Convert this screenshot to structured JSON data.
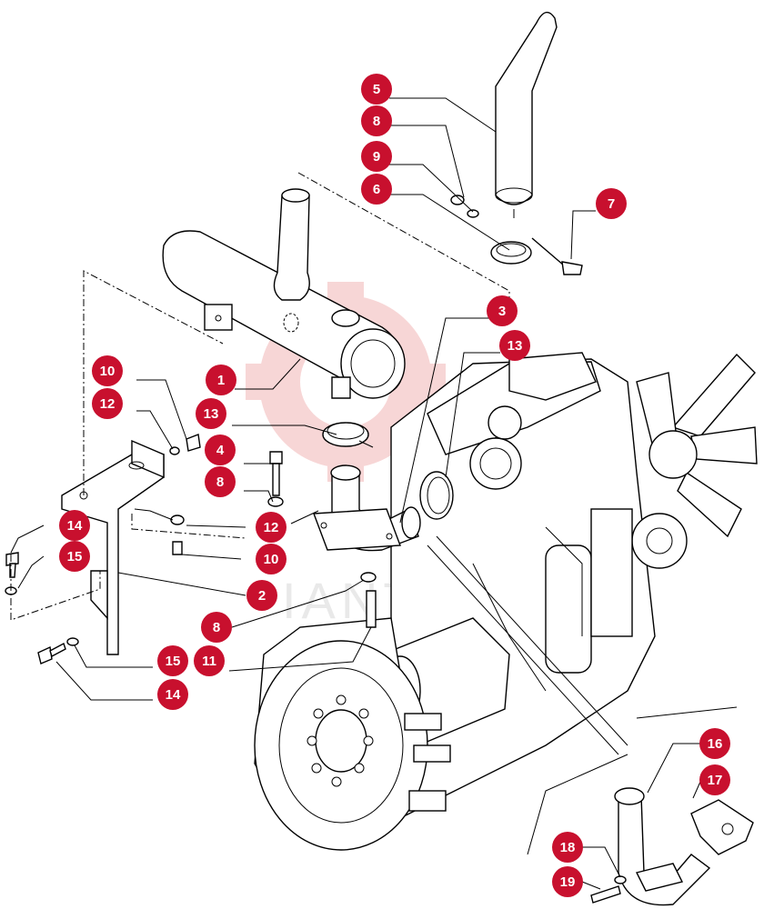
{
  "watermark": {
    "text": "IANTEL",
    "color": "#e8a0a0"
  },
  "colors": {
    "callout": "#c8102e",
    "callout_text": "#ffffff",
    "line": "#000000"
  },
  "callouts": [
    {
      "id": "c5",
      "label": "5"
    },
    {
      "id": "c8a",
      "label": "8"
    },
    {
      "id": "c9",
      "label": "9"
    },
    {
      "id": "c6",
      "label": "6"
    },
    {
      "id": "c7",
      "label": "7"
    },
    {
      "id": "c3",
      "label": "3"
    },
    {
      "id": "c13a",
      "label": "13"
    },
    {
      "id": "c10a",
      "label": "10"
    },
    {
      "id": "c12a",
      "label": "12"
    },
    {
      "id": "c1",
      "label": "1"
    },
    {
      "id": "c13b",
      "label": "13"
    },
    {
      "id": "c4",
      "label": "4"
    },
    {
      "id": "c8b",
      "label": "8"
    },
    {
      "id": "c12b",
      "label": "12"
    },
    {
      "id": "c14a",
      "label": "14"
    },
    {
      "id": "c15a",
      "label": "15"
    },
    {
      "id": "c10b",
      "label": "10"
    },
    {
      "id": "c2",
      "label": "2"
    },
    {
      "id": "c8c",
      "label": "8"
    },
    {
      "id": "c15b",
      "label": "15"
    },
    {
      "id": "c11",
      "label": "11"
    },
    {
      "id": "c14b",
      "label": "14"
    },
    {
      "id": "c16",
      "label": "16"
    },
    {
      "id": "c17",
      "label": "17"
    },
    {
      "id": "c18",
      "label": "18"
    },
    {
      "id": "c19",
      "label": "19"
    }
  ]
}
